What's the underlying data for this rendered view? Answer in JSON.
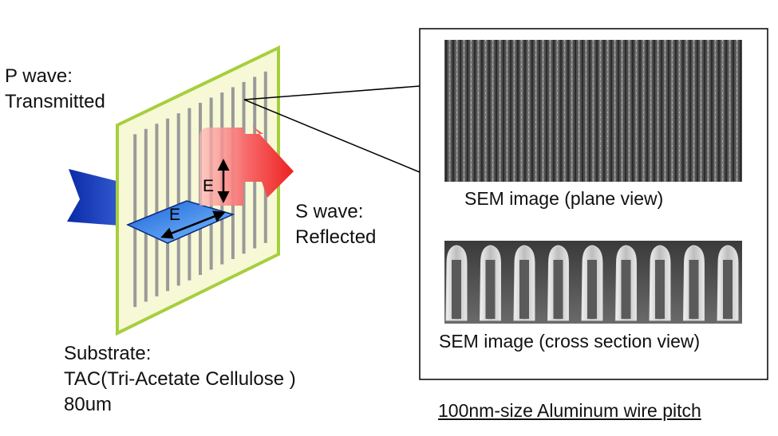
{
  "labels": {
    "p_wave_line1": "P wave:",
    "p_wave_line2": "Transmitted",
    "s_wave_line1": "S wave:",
    "s_wave_line2": "Reflected",
    "substrate_line1": "Substrate:",
    "substrate_line2": "TAC(Tri-Acetate Cellulose )",
    "substrate_line3": "80um",
    "e_vertical": "E",
    "e_horizontal": "E"
  },
  "captions": {
    "sem_plane": "SEM image (plane view)",
    "sem_cross": "SEM image (cross section view)",
    "pitch": "100nm-size Aluminum wire pitch"
  },
  "colors": {
    "frame_border": "#a6cf3c",
    "frame_fill": "#f6f8d6",
    "wire": "#9a9a9a",
    "p_wave": "#1f3fb8",
    "s_wave": "#f03a3a",
    "e_plane": "#3a8ee8"
  }
}
